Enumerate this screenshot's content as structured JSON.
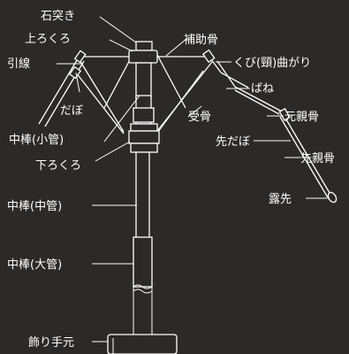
{
  "colors": {
    "background": "#2b2a28",
    "line": "#ffffff",
    "text": "#ffffff"
  },
  "labels": {
    "ishizuki": "石突き",
    "ue_rokuro": "上ろくろ",
    "hikisen": "引線",
    "dabo": "だぼ",
    "chubo_shokan": "中棒(小管)",
    "shita_rokuro": "下ろくろ",
    "chubo_chukan": "中棒(中管)",
    "chubo_taikan": "中棒(大管)",
    "kazari_temoto": "飾り手元",
    "hojobone": "補助骨",
    "kubi_magari": "くび(頸)曲がり",
    "bane": "ばね",
    "ukebone": "受骨",
    "moto_oyabone": "元親骨",
    "saki_dabo": "先だぼ",
    "saki_oyabone": "先親骨",
    "tsuyusaki": "露先"
  }
}
